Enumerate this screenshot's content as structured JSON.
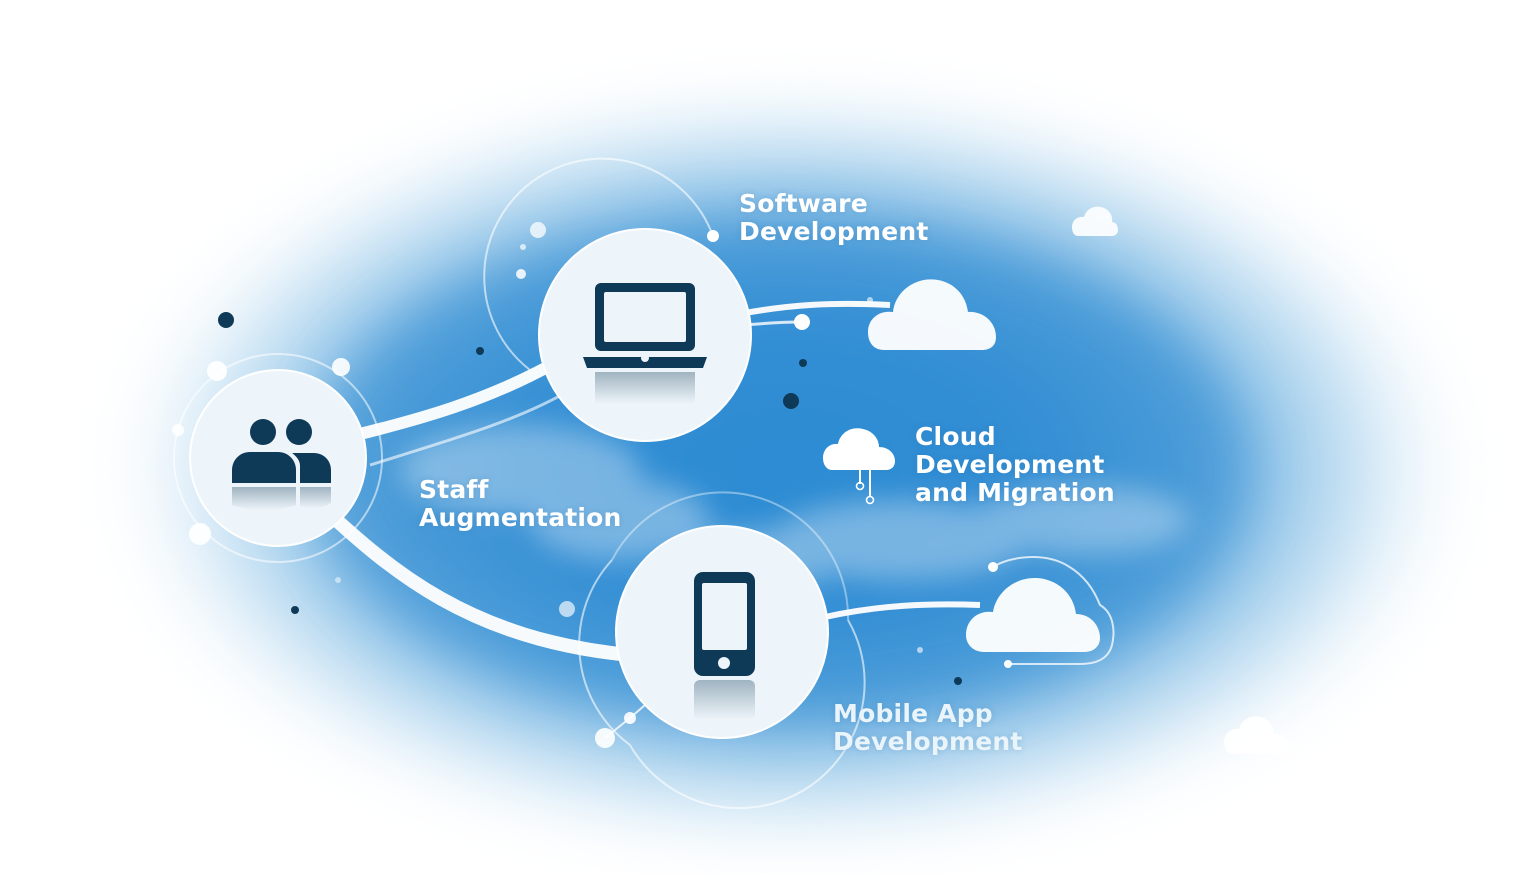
{
  "colors": {
    "icon": "#0f3a57",
    "circle_fill": "#eef5fa",
    "ring": "#ffffff",
    "sky_center": "#2f8fd6",
    "sky_mid": "#5fa9dd",
    "text": "#ffffff"
  },
  "nodes": {
    "staff": {
      "icon": "people-icon",
      "label_lines": [
        "Staff",
        "Augmentation"
      ]
    },
    "software": {
      "icon": "laptop-icon",
      "label_lines": [
        "Software",
        "Development"
      ]
    },
    "mobile": {
      "icon": "smartphone-icon",
      "label_lines": [
        "Mobile App",
        "Development"
      ]
    },
    "cloud": {
      "icon": "cloud-network-icon",
      "label_lines": [
        "Cloud",
        "Development",
        "and Migration"
      ]
    }
  }
}
